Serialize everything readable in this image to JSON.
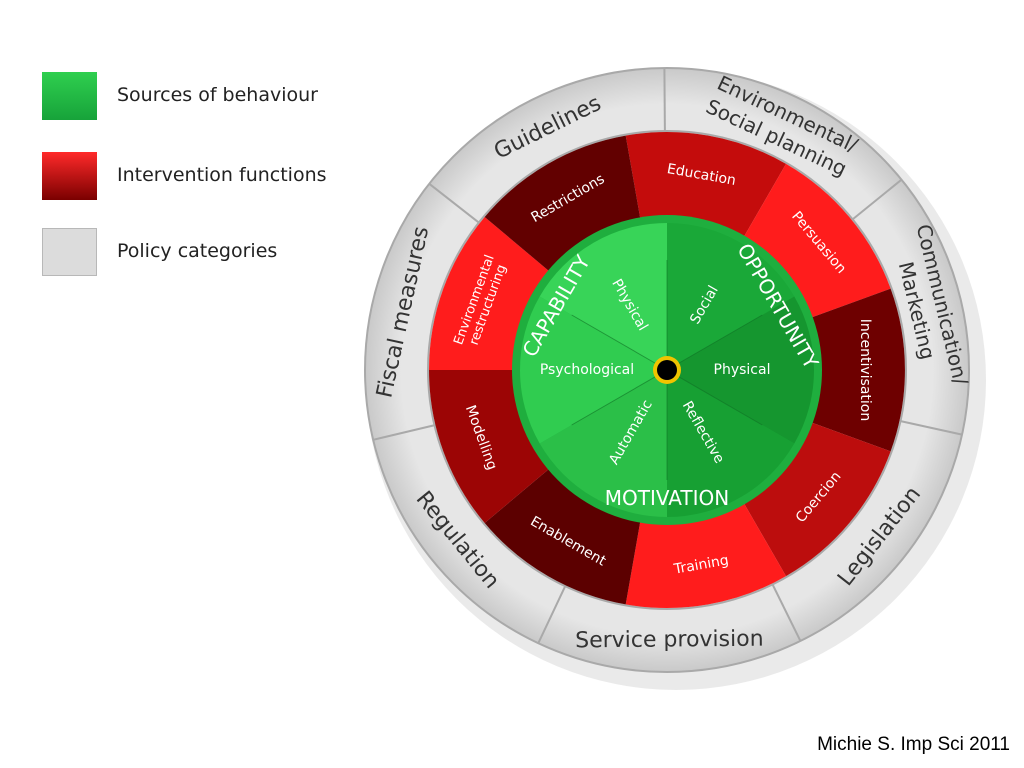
{
  "legend": [
    {
      "label": "Sources of behaviour",
      "color": "#22b845"
    },
    {
      "label": "Intervention functions",
      "color": "#d00000"
    },
    {
      "label": "Policy categories",
      "color": "#dcdcdc"
    }
  ],
  "wheel": {
    "policy_categories": [
      "Environmental/ Social planning",
      "Communication/ Marketing",
      "Legislation",
      "Service provision",
      "Regulation",
      "Fiscal measures",
      "Guidelines"
    ],
    "intervention_functions": [
      {
        "label": "Education",
        "color": "#c40c0c"
      },
      {
        "label": "Persuasion",
        "color": "#ff1c1c"
      },
      {
        "label": "Incentivisation",
        "color": "#6e0000"
      },
      {
        "label": "Coercion",
        "color": "#bc0d0d"
      },
      {
        "label": "Training",
        "color": "#ff1c1c"
      },
      {
        "label": "Enablement",
        "color": "#5c0000"
      },
      {
        "label": "Modelling",
        "color": "#9c0505"
      },
      {
        "label": "Environmental restructuring",
        "color": "#ff1c1c"
      },
      {
        "label": "Restrictions",
        "color": "#620000"
      }
    ],
    "sources": [
      "Social",
      "Physical",
      "Reflective",
      "Automatic",
      "Psychological",
      "Physical"
    ],
    "source_colors": [
      "#1aa838",
      "#15962f",
      "#17a033",
      "#2bbf48",
      "#30cc50",
      "#38d458"
    ],
    "components": [
      "CAPABILITY",
      "OPPORTUNITY",
      "MOTIVATION"
    ]
  },
  "citation": "Michie S. Imp Sci 2011"
}
